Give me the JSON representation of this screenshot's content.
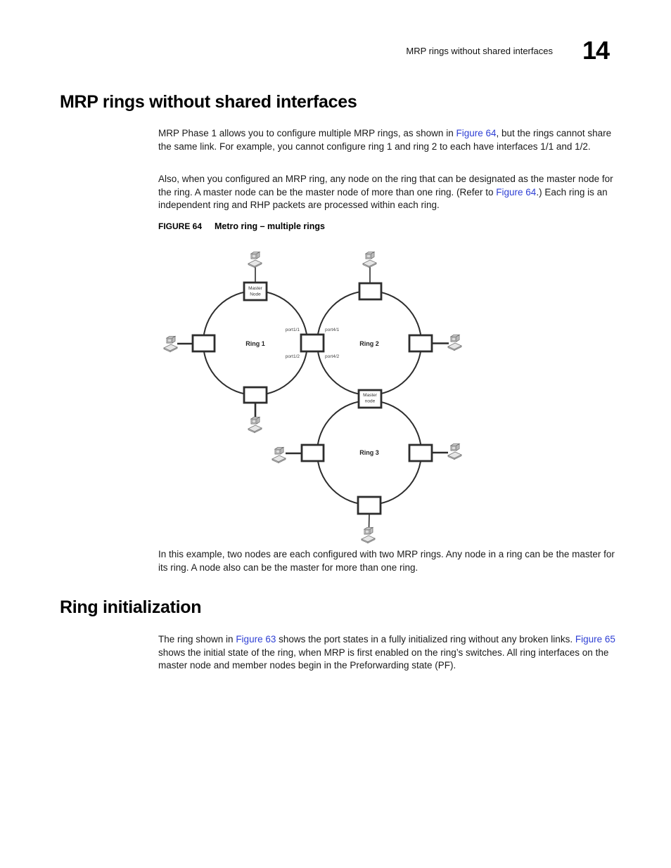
{
  "header": {
    "running_title": "MRP rings without shared interfaces",
    "chapter_number": "14"
  },
  "section_mrp": {
    "title": "MRP rings without shared interfaces",
    "p1_a": "MRP Phase 1 allows you to configure multiple MRP rings, as shown in ",
    "p1_link": "Figure 64",
    "p1_b": ", but the rings cannot share the same link. For example, you cannot configure ring 1 and ring 2 to each have interfaces 1/1 and 1/2.",
    "p2_a": "Also, when you configured an MRP ring, any node on the ring that can be designated as the master node for the ring. A master node can be the master node of more than one ring. (Refer to ",
    "p2_link": "Figure 64",
    "p2_b": ".) Each ring is an independent ring and RHP packets are processed within each ring.",
    "figure": {
      "label": "FIGURE 64",
      "title": "Metro ring – multiple rings"
    },
    "p3": "In this example, two nodes are each configured with two MRP rings.  Any node in a ring can be the master for its ring.  A node also can be the master for more than one ring."
  },
  "section_ring_init": {
    "title": "Ring initialization",
    "p1_a": "The ring shown in ",
    "p1_link1": "Figure 63",
    "p1_b": " shows the port states in a fully initialized ring without any broken links. ",
    "p1_link2": "Figure 65",
    "p1_c": " shows the initial state of the ring, when MRP is first enabled on the ring’s switches. All ring interfaces on the master node and member nodes begin in the Preforwarding state (PF)."
  },
  "diagram": {
    "ring1_label": "Ring 1",
    "ring2_label": "Ring 2",
    "ring3_label": "Ring 3",
    "master1_line1": "Master",
    "master1_line2": "Node",
    "master2_line1": "Master",
    "master2_line2": "node",
    "port_top_left": "port1/1",
    "port_top_right": "port4/1",
    "port_bottom_left": "port1/2",
    "port_bottom_right": "port4/2"
  },
  "colors": {
    "link_blue": "#2e3fd4",
    "body_text": "#1a1a1a",
    "diagram_stroke": "#2d2d2d"
  }
}
